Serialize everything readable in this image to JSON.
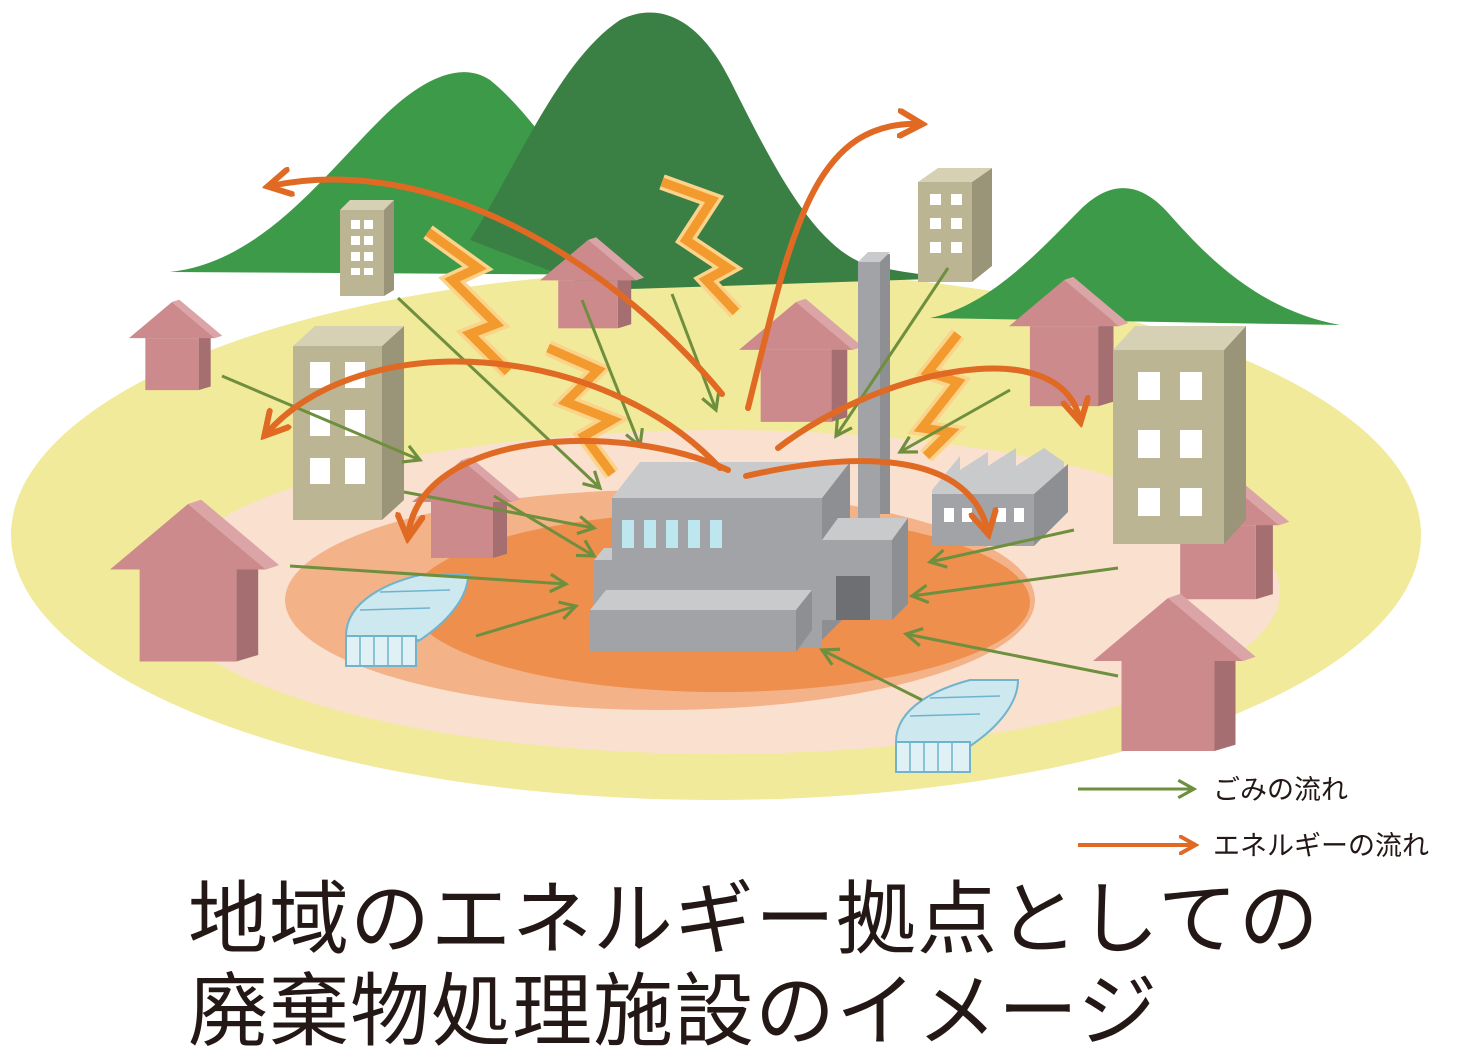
{
  "legend": {
    "waste_flow": {
      "label": "ごみの流れ",
      "color": "#6e8f3e"
    },
    "energy_flow": {
      "label": "エネルギーの流れ",
      "color": "#e06a24"
    }
  },
  "title": {
    "line1": "地域のエネルギー拠点としての",
    "line2": "廃棄物処理施設のイメージ"
  },
  "colors": {
    "ground_outer": "#f1ea9a",
    "ring_1": "#fae0cf",
    "ring_2": "#f3b287",
    "ring_3": "#ee8f4e",
    "mountain_dark": "#3a8044",
    "mountain_light": "#3d9a48",
    "house": "#cc8a8d",
    "building": "#bbb593",
    "facility": "#a2a3a6",
    "lightning": "#f29a2e"
  }
}
